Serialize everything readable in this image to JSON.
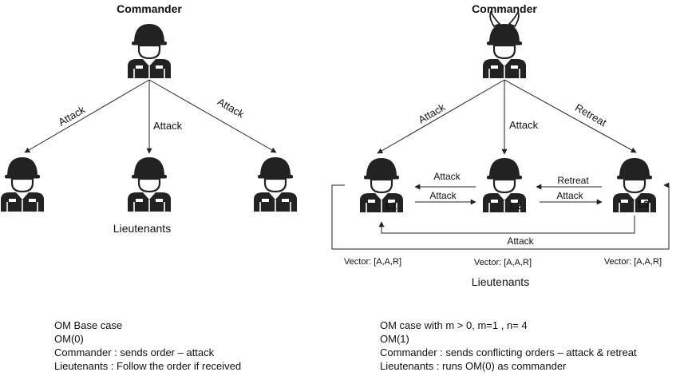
{
  "left": {
    "commander_label": "Commander",
    "lieutenants_label": "Lieutenants",
    "orders": [
      "Attack",
      "Attack",
      "Attack"
    ],
    "caption": [
      "OM Base case",
      "OM(0)",
      "Commander : sends order – attack",
      "Lieutenants : Follow the order if received"
    ]
  },
  "right": {
    "commander_label": "Commander",
    "lieutenants_label": "Lieutenants",
    "orders": [
      "Attack",
      "Attack",
      "Retreat"
    ],
    "node_labels": [
      "L1",
      "L2",
      "L3"
    ],
    "relays": {
      "l2_to_l1": "Attack",
      "l1_to_l2": "Attack",
      "l3_to_l2": "Retreat",
      "l2_to_l3": "Attack",
      "l3_to_l1": "Attack"
    },
    "vectors": [
      "Vector: [A,A,R]",
      "Vector: [A,A,R]",
      "Vector: [A,A,R]"
    ],
    "caption": [
      "OM case with m > 0, m=1 , n= 4",
      "OM(1)",
      "Commander : sends conflicting orders – attack & retreat",
      "Lieutenants : runs OM(0) as commander"
    ]
  }
}
